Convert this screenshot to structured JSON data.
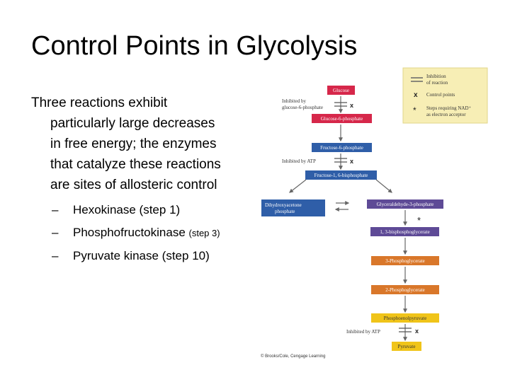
{
  "slide": {
    "title": "Control Points in Glycolysis",
    "intro_lines": [
      "Three reactions exhibit",
      "particularly large decreases",
      "in free energy; the enzymes",
      "that catalyze these reactions",
      "are sites of allosteric control"
    ],
    "bullets": [
      {
        "dash": "–",
        "text": "Hexokinase (step 1)",
        "extra": ""
      },
      {
        "dash": "–",
        "text": "Phosphofructokinase ",
        "extra": "(step 3)"
      },
      {
        "dash": "–",
        "text": "Pyruvate kinase (step 10)",
        "extra": ""
      }
    ]
  },
  "diagram": {
    "compounds": {
      "glucose": "Glucose",
      "g6p": "Glucose-6-phosphate",
      "f6p": "Fructose-6-phosphate",
      "f16bp": "Fructose-1, 6-bisphosphate",
      "dhap_1": "Dihydroxyacetone",
      "dhap_2": "phosphate",
      "g3p": "Glyceraldehyde-3-phosphate",
      "bpg": "1, 3-bisphosphoglycerate",
      "pg3": "3-Phosphoglycerate",
      "pg2": "2-Phosphoglycerate",
      "pep": "Phosphoenolpyruvate",
      "pyruvate": "Pyruvate"
    },
    "inhibitors": {
      "g6p_1": "Inhibited by",
      "g6p_2": "glucose-6-phosphate",
      "atp_1": "Inhibited by ATP",
      "atp_2": "Inhibited by ATP"
    },
    "control_mark": "x",
    "nad_mark": "*",
    "legend": {
      "inhibition_1": "Inhibition",
      "inhibition_2": "of reaction",
      "control": "Control points",
      "nad_1": "Steps requiring NAD⁺",
      "nad_2": "as electron acceptor"
    },
    "copyright": "© Brooks/Cole, Cengage Learning",
    "colors": {
      "red": "#d6274a",
      "blue": "#2f5ea8",
      "purple": "#5e4a96",
      "orange": "#d9772a",
      "yellow": "#f0c419",
      "legend_bg": "#f7eeb5"
    }
  }
}
